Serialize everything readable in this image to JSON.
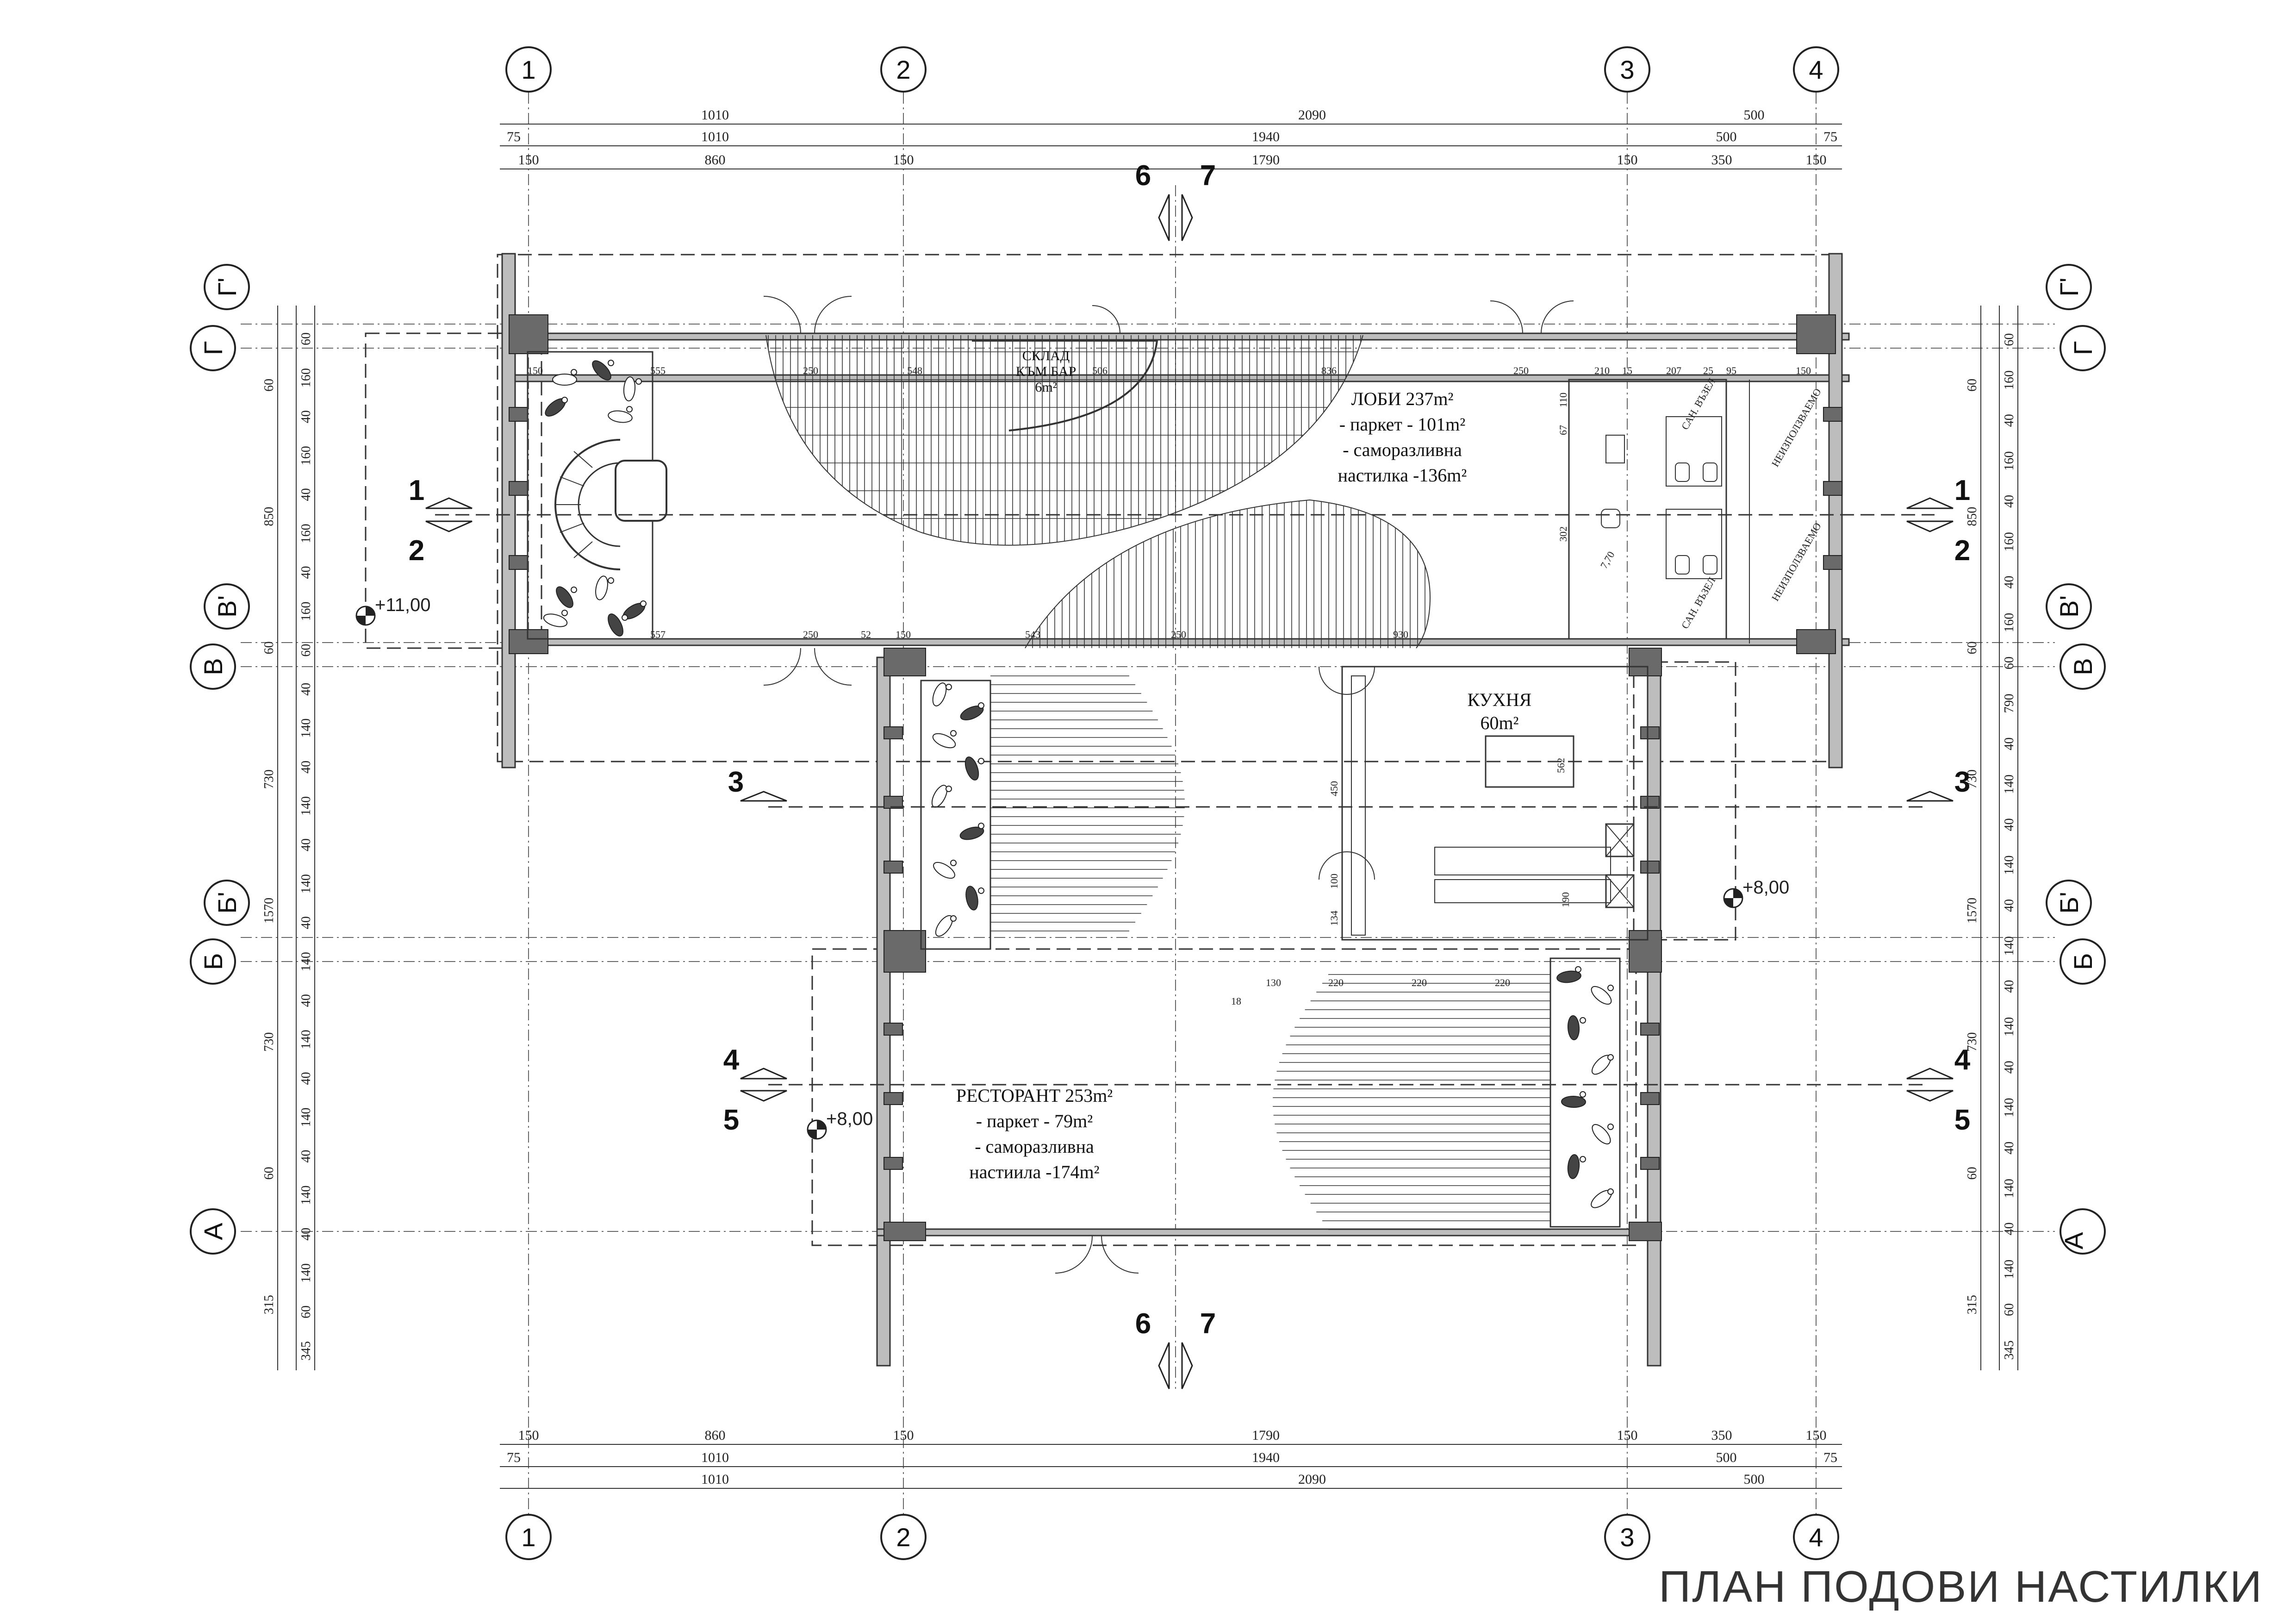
{
  "title": "ПЛАН ПОДОВИ НАСТИЛКИ",
  "axes_vertical": [
    "1",
    "2",
    "3",
    "4"
  ],
  "axes_horizontal": [
    "Г'",
    "Г",
    "В'",
    "В",
    "Б'",
    "Б",
    "А"
  ],
  "dims_top": {
    "row1": [
      "1010",
      "2090",
      "500"
    ],
    "row2": [
      "75",
      "1010",
      "1940",
      "500",
      "75"
    ],
    "row3": [
      "150",
      "860",
      "150",
      "1790",
      "150",
      "350",
      "150"
    ]
  },
  "dims_bottom": {
    "row1": [
      "150",
      "860",
      "150",
      "1790",
      "150",
      "350",
      "150"
    ],
    "row2": [
      "75",
      "1010",
      "1940",
      "500",
      "75"
    ],
    "row3": [
      "1010",
      "2090",
      "500"
    ]
  },
  "dims_left_outer": [
    "60",
    "850",
    "60",
    "730",
    "1570",
    "730",
    "60",
    "315"
  ],
  "dims_left_inner": [
    "60",
    "160",
    "40",
    "160",
    "40",
    "160",
    "40",
    "160",
    "60",
    "40",
    "140",
    "40",
    "140",
    "40",
    "140",
    "40",
    "140",
    "40",
    "140",
    "40",
    "140",
    "40",
    "140",
    "40",
    "140",
    "60",
    "345"
  ],
  "dims_right_outer": [
    "60",
    "850",
    "60",
    "730",
    "1570",
    "730",
    "60",
    "315"
  ],
  "dims_right_inner": [
    "60",
    "160",
    "40",
    "160",
    "40",
    "160",
    "40",
    "160",
    "60",
    "790",
    "40",
    "140",
    "40",
    "140",
    "40",
    "140",
    "40",
    "140",
    "40",
    "140",
    "40",
    "140",
    "40",
    "140",
    "60",
    "345"
  ],
  "rooms": {
    "lobby": {
      "name": "ЛОБИ 237m²",
      "l1": "- паркет - 101m²",
      "l2": "- саморазливна",
      "l3": "настилка -136m²"
    },
    "restaurant": {
      "name": "РЕСТОРАНТ 253m²",
      "l1": "- паркет - 79m²",
      "l2": "- саморазливна",
      "l3": "настиила -174m²"
    },
    "kitchen": {
      "name": "КУХНЯ",
      "area": "60m²"
    },
    "storage": {
      "name": "СКЛАД",
      "l1": "КЪМ БАР",
      "area": "6m²"
    }
  },
  "small_rooms": [
    "САН. ВЪЗЕЛ",
    "НЕИЗПОЛЗВАЕМО",
    "НЕИЗПОЛЗВАЕМО",
    "САН. ВЪЗЕЛ"
  ],
  "levels": [
    "+11,00",
    "+8,00",
    "+8,00"
  ],
  "sections": [
    "1",
    "2",
    "3",
    "4",
    "5",
    "6",
    "7"
  ],
  "interior_dims": {
    "lobby_top": [
      "150",
      "555",
      "250",
      "548",
      "506",
      "836",
      "250"
    ],
    "lobby_bottom": [
      "557",
      "250",
      "52",
      "150",
      "543",
      "250",
      "930"
    ],
    "restaurant_top": [
      "130",
      "220",
      "220",
      "220",
      "18"
    ],
    "kitchen": [
      "450",
      "562",
      "100",
      "134",
      "190"
    ],
    "wc": [
      "210",
      "15",
      "207",
      "25",
      "95",
      "150",
      "110",
      "67",
      "302",
      "7,70"
    ]
  }
}
